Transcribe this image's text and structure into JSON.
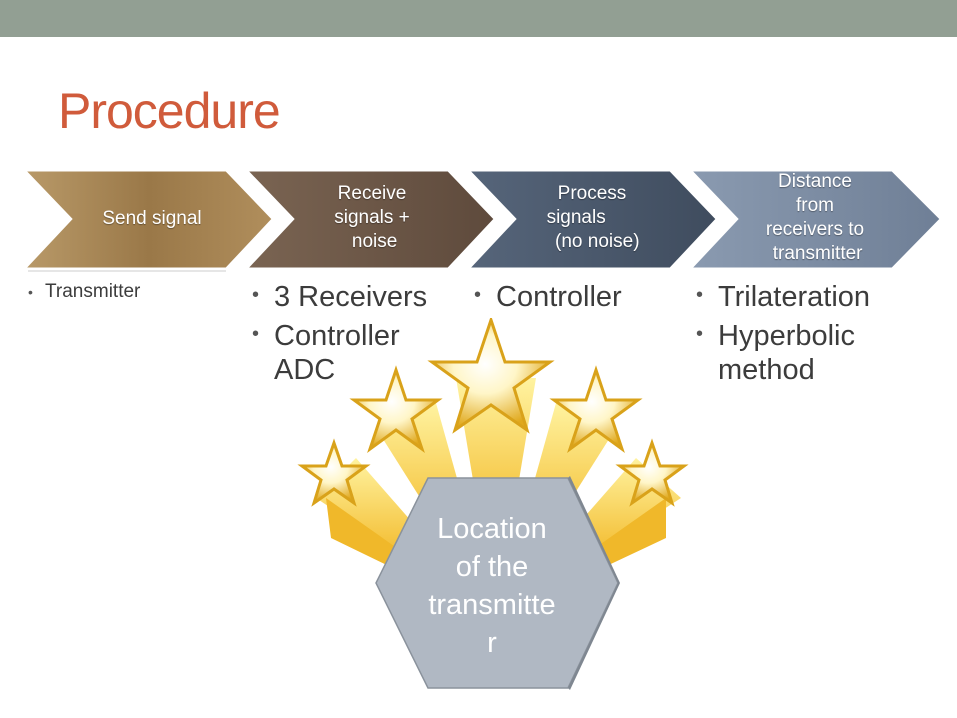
{
  "title": "Procedure",
  "steps": [
    {
      "label": "Send signal",
      "color": "#a78655",
      "bullets": [
        "Transmitter"
      ]
    },
    {
      "label": "Receive\nsignals +\n noise",
      "color": "#6b5646",
      "bullets": [
        "3 Receivers",
        "Controller\nADC"
      ]
    },
    {
      "label": "Process\nsignals      \n  (no noise)",
      "color": "#4a586c",
      "bullets": [
        "Controller"
      ]
    },
    {
      "label": "Distance\nfrom\nreceivers to\n transmitter",
      "color": "#7e8ea5",
      "bullets": [
        "Trilateration",
        "Hyperbolic\nmethod"
      ]
    }
  ],
  "result": {
    "label": "Location\nof the\ntransmitte\nr",
    "color": "#b0b8c3"
  },
  "colors": {
    "top_bar": "#929f93",
    "title": "#d05b3b",
    "stars": "#f1c232"
  }
}
